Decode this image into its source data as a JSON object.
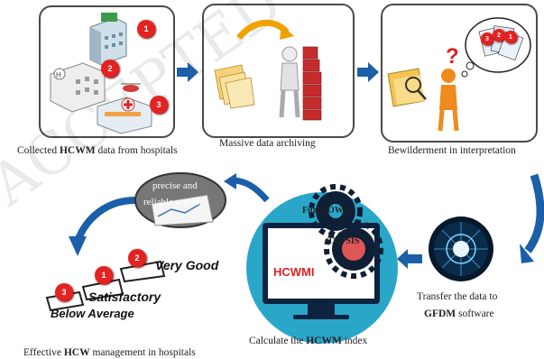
{
  "steps": {
    "collect": {
      "caption_pre": "Collected ",
      "caption_bold": "HCWM",
      "caption_post": " data from hospitals",
      "badges": [
        "1",
        "2",
        "3"
      ]
    },
    "archive": {
      "caption": "Massive data archiving"
    },
    "bewilder": {
      "caption": "Bewilderment in interpretation",
      "badges": [
        "3",
        "2",
        "1"
      ]
    },
    "transfer": {
      "caption_line1": "Transfer the data to",
      "caption_bold": "GFDM",
      "caption_post": " software"
    },
    "calculate": {
      "caption_pre": "Calculate the ",
      "caption_bold": "HCWM",
      "caption_post": " index",
      "fuzzy_label": "Fuzzy OWA",
      "topsis_label": "TOPSIS",
      "screen_label": "HCWMI"
    },
    "reports": {
      "line1": "precise and",
      "line2": "reliable reports"
    },
    "effective": {
      "caption_pre": "Effective ",
      "caption_bold": "HCW",
      "caption_post": " management in hospitals",
      "ranks": [
        {
          "badge": "2",
          "label": "Very Good"
        },
        {
          "badge": "1",
          "label": "Satisfactory"
        },
        {
          "badge": "3",
          "label": "Below Average"
        }
      ]
    }
  },
  "colors": {
    "arrow": "#1b5fa8",
    "badge": "#e32222",
    "panel_border": "#4a4a4a",
    "monitor_bg": "#2aa6c9"
  }
}
